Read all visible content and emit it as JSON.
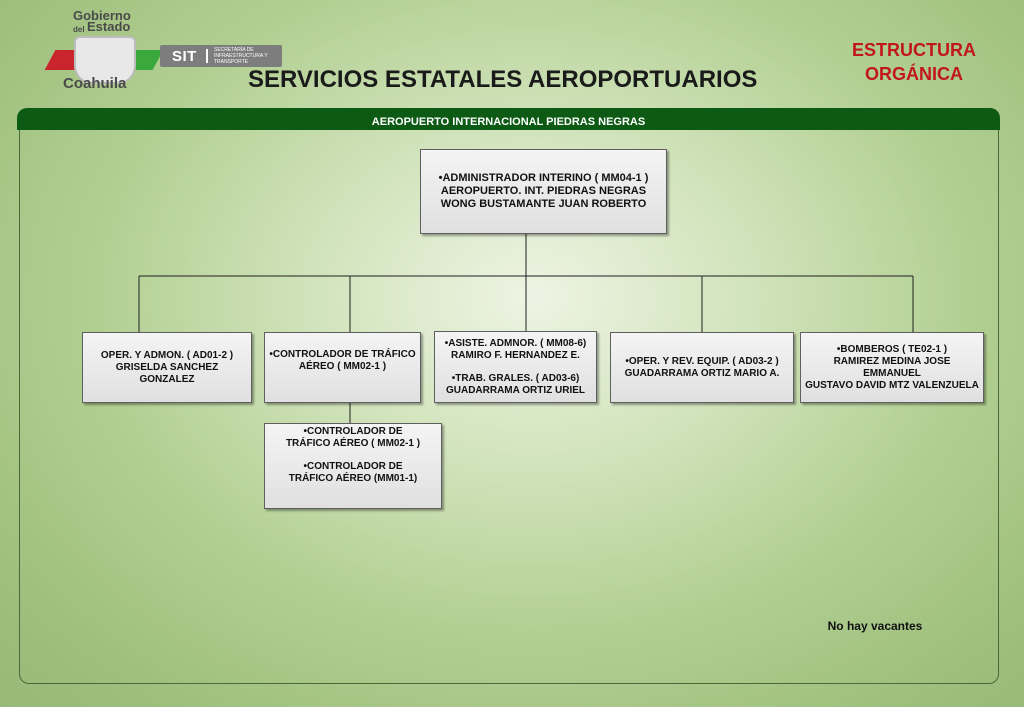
{
  "header": {
    "logo": {
      "line1": "Gobierno",
      "line2": "del",
      "line3": "Estado",
      "state": "Coahuila",
      "agency_short": "SIT",
      "agency_full": "SECRETARÍA DE INFRAESTRUCTURA Y TRANSPORTE"
    },
    "main_title": "SERVICIOS ESTATALES AEROPORTUARIOS",
    "corner_title_line1": "ESTRUCTURA",
    "corner_title_line2": "ORGÁNICA"
  },
  "banner": "AEROPUERTO INTERNACIONAL PIEDRAS NEGRAS",
  "org": {
    "root": {
      "line1": "•ADMINISTRADOR INTERINO ( MM04-1 )",
      "line2": "AEROPUERTO. INT. PIEDRAS NEGRAS",
      "line3": "WONG BUSTAMANTE JUAN ROBERTO"
    },
    "unit_oper_admon": {
      "line1": "OPER. Y ADMON. ( AD01-2 )",
      "line2": "GRISELDA  SANCHEZ GONZALEZ"
    },
    "unit_controlador": {
      "line1": "•CONTROLADOR DE TRÁFICO",
      "line2": "AÉREO ( MM02-1 )"
    },
    "unit_asistente": {
      "line1": "•ASISTE. ADMNOR. ( MM08-6)",
      "line2": "RAMIRO F. HERNANDEZ E.",
      "line3": "•TRAB. GRALES. ( AD03-6)",
      "line4": "GUADARRAMA ORTIZ URIEL"
    },
    "unit_oper_rev": {
      "line1": "•OPER. Y REV. EQUIP. ( AD03-2 )",
      "line2": "GUADARRAMA ORTIZ MARIO A."
    },
    "unit_bomberos": {
      "line1": "•BOMBEROS ( TE02-1 )",
      "line2": "RAMIREZ MEDINA JOSE EMMANUEL",
      "line3": "GUSTAVO DAVID MTZ VALENZUELA"
    },
    "sub_controladores": {
      "line1": "•CONTROLADOR DE",
      "line2": "TRÁFICO AÉREO ( MM02-1 )",
      "line3": "•CONTROLADOR DE",
      "line4": "TRÁFICO AÉREO (MM01-1)"
    }
  },
  "note": "No hay vacantes",
  "colors": {
    "banner": "#0c5a14",
    "corner_title": "#c0161c",
    "background": "#b2cf92"
  }
}
